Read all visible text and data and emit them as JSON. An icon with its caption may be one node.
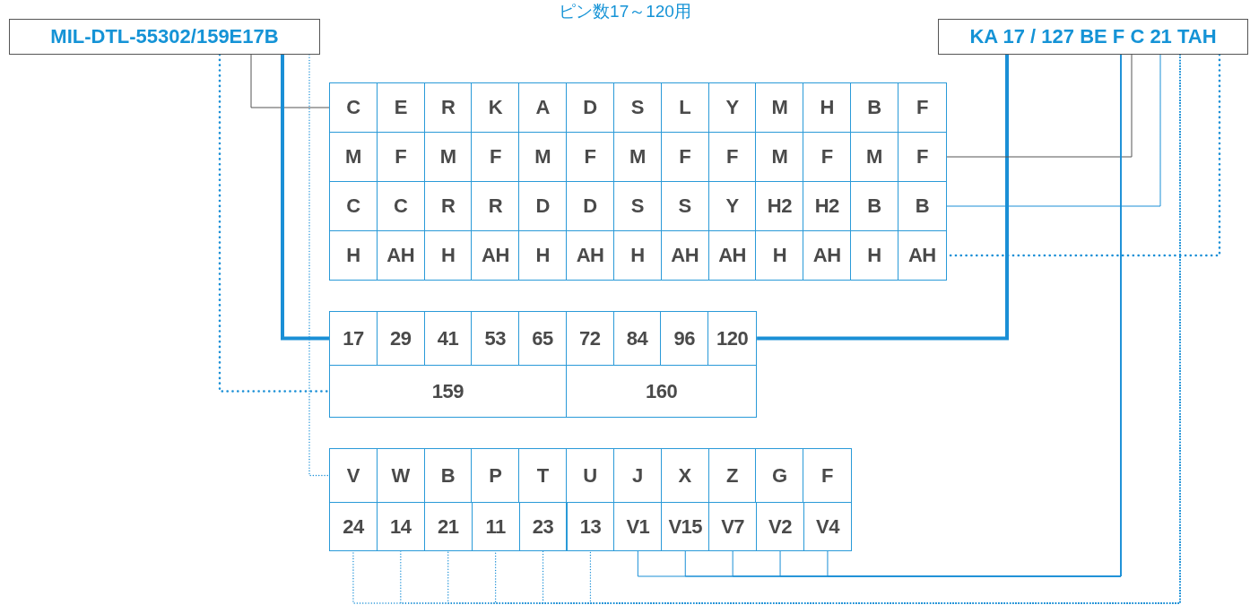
{
  "diagram": {
    "title": "ピン数17～120用",
    "nodes": [
      {
        "text": [
          "MIL-DTL-55302/159E17B"
        ]
      },
      {
        "text": [
          "KA 17 / 127 BE F C 21 TAH"
        ]
      },
      {
        "text": [
          "C",
          "E",
          "R",
          "K",
          "A",
          "D",
          "S",
          "L",
          "Y",
          "M",
          "H",
          "B",
          "F"
        ]
      },
      {
        "text": [
          "M",
          "F",
          "M",
          "F",
          "M",
          "F",
          "M",
          "F",
          "F",
          "M",
          "F",
          "M",
          "F"
        ]
      },
      {
        "text": [
          "C",
          "C",
          "R",
          "R",
          "D",
          "D",
          "S",
          "S",
          "Y",
          "H2",
          "H2",
          "B",
          "B"
        ]
      },
      {
        "text": [
          "H",
          "AH",
          "H",
          "AH",
          "H",
          "AH",
          "H",
          "AH",
          "AH",
          "H",
          "AH",
          "H",
          "AH"
        ]
      },
      {
        "text": [
          "17",
          "29",
          "41",
          "53",
          "65",
          "72",
          "84",
          "96",
          "120"
        ]
      },
      {
        "text": [
          "159",
          "160"
        ]
      },
      {
        "text": [
          "V",
          "W",
          "B",
          "P",
          "T",
          "U",
          "J",
          "X",
          "Z",
          "G",
          "F"
        ]
      },
      {
        "text": [
          "24"
        ]
      },
      {
        "text": [
          "14"
        ]
      },
      {
        "text": [
          "21"
        ]
      },
      {
        "text": [
          "11"
        ]
      },
      {
        "text": [
          "23"
        ]
      },
      {
        "text": [
          "13"
        ]
      },
      {
        "text": [
          "V1"
        ]
      },
      {
        "text": [
          "V15"
        ]
      },
      {
        "text": [
          "V7"
        ]
      },
      {
        "text": [
          "V2"
        ]
      },
      {
        "text": [
          "V4"
        ]
      }
    ],
    "edges": [
      {
        "from": 0,
        "to": 2,
        "arrow": "none",
        "color": "#555555"
      },
      {
        "from": 0,
        "to": 6,
        "arrow": "none",
        "style": "thick"
      },
      {
        "from": 0,
        "to": 7,
        "arrow": "none",
        "style": "dashed"
      },
      {
        "from": 0,
        "to": 8,
        "arrow": "none",
        "style": "dashed"
      },
      {
        "from": 1,
        "to": 6,
        "arrow": "none",
        "style": "thick"
      },
      {
        "from": 1,
        "to": 3,
        "arrow": "none",
        "color": "#555555"
      },
      {
        "from": 1,
        "to": 4,
        "arrow": "none"
      },
      {
        "from": 1,
        "to": 5,
        "arrow": "none",
        "style": "dashed"
      },
      {
        "from": 1,
        "to": 9,
        "arrow": "none",
        "style": "dashed"
      },
      {
        "from": 1,
        "to": 10,
        "arrow": "none",
        "style": "dashed"
      },
      {
        "from": 1,
        "to": 11,
        "arrow": "none",
        "style": "dashed"
      },
      {
        "from": 1,
        "to": 12,
        "arrow": "none",
        "style": "dashed"
      },
      {
        "from": 1,
        "to": 13,
        "arrow": "none",
        "style": "dashed"
      },
      {
        "from": 1,
        "to": 14,
        "arrow": "none",
        "style": "dashed"
      },
      {
        "from": 1,
        "to": 15,
        "arrow": "none"
      },
      {
        "from": 1,
        "to": 16,
        "arrow": "none"
      },
      {
        "from": 1,
        "to": 17,
        "arrow": "none"
      },
      {
        "from": 1,
        "to": 18,
        "arrow": "none"
      },
      {
        "from": 1,
        "to": 19,
        "arrow": "none"
      }
    ]
  }
}
